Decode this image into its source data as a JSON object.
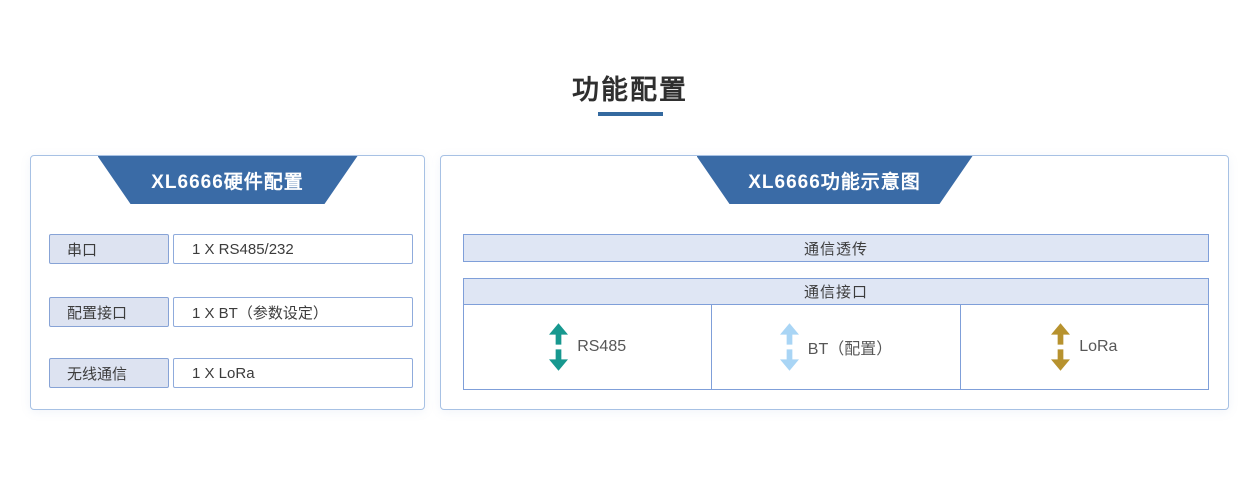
{
  "page": {
    "title": "功能配置"
  },
  "left_panel": {
    "header": "XL6666硬件配置",
    "rows": [
      {
        "label": "串口",
        "value": "1 X RS485/232"
      },
      {
        "label": "配置接口",
        "value": "1 X BT（参数设定）"
      },
      {
        "label": "无线通信",
        "value": "1 X LoRa"
      }
    ]
  },
  "right_panel": {
    "header": "XL6666功能示意图",
    "top_bar": "通信透传",
    "section_header": "通信接口",
    "interfaces": [
      {
        "label": "RS485",
        "arrow_color": "#17988f"
      },
      {
        "label": "BT（配置）",
        "arrow_color": "#a9d5f5"
      },
      {
        "label": "LoRa",
        "arrow_color": "#b7922e"
      }
    ]
  },
  "colors": {
    "header_trapezoid_blue": "#3a6ba6",
    "panel_border_blue": "#a7c1e4",
    "box_border_blue": "#87a3d6",
    "box_fill_lavender": "#dde3f1",
    "bar_border_blue": "#7f9fd9",
    "bar_fill_lavender": "#dfe6f4",
    "title_underline_blue": "#34699f",
    "arrow_teal": "#17988f",
    "arrow_light_blue": "#a9d5f5",
    "arrow_gold": "#b7922e"
  }
}
